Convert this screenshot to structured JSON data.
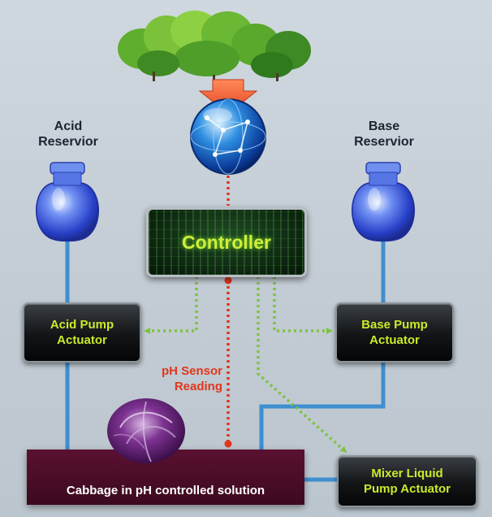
{
  "diagram": {
    "acid_reservoir": {
      "line1": "Acid",
      "line2": "Reservior"
    },
    "base_reservoir": {
      "line1": "Base",
      "line2": "Reservior"
    },
    "controller": {
      "label": "Controller"
    },
    "acid_pump": {
      "line1": "Acid Pump",
      "line2": "Actuator"
    },
    "base_pump": {
      "line1": "Base Pump",
      "line2": "Actuator"
    },
    "sensor_reading": {
      "line1": "pH Sensor",
      "line2": "Reading"
    },
    "solution": {
      "label": "Cabbage in pH controlled solution"
    },
    "mixer_pump": {
      "line1": "Mixer Liquid",
      "line2": "Pump Actuator"
    }
  },
  "colors": {
    "control_signal": "#7fc242",
    "sensor_signal": "#e1361d",
    "pipe": "#3f8fd0",
    "actuator_text": "#c8ec2a"
  },
  "icons": [
    "tree-cluster-icon",
    "globe-network-icon",
    "jar-icon",
    "cabbage-icon",
    "down-arrow-icon"
  ]
}
